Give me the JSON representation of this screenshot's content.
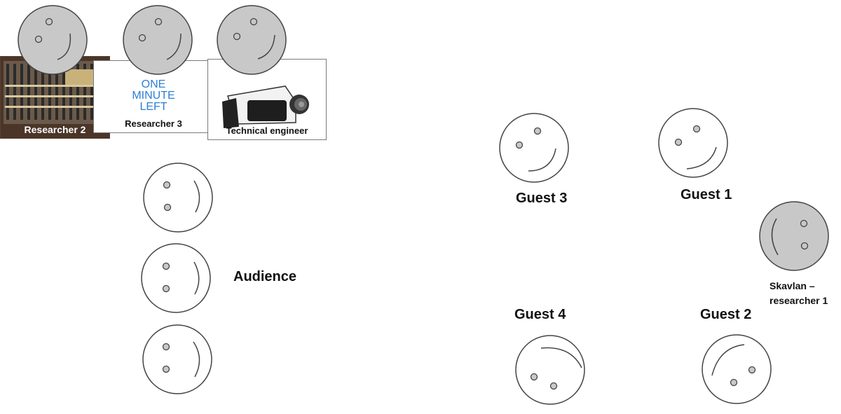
{
  "crew": {
    "researcher2": "Researcher 2",
    "researcher3": "Researcher 3",
    "sign_lines": [
      "ONE",
      "MINUTE",
      "LEFT"
    ],
    "technical_engineer": "Technical engineer"
  },
  "audience_label": "Audience",
  "guests": {
    "guest1": "Guest 1",
    "guest2": "Guest 2",
    "guest3": "Guest 3",
    "guest4": "Guest 4"
  },
  "host_label_lines": [
    "Skavlan –",
    "researcher 1"
  ],
  "colors": {
    "crew_face": "#c8c8c8",
    "sign_text": "#2a7fd4",
    "outline": "#444444"
  }
}
